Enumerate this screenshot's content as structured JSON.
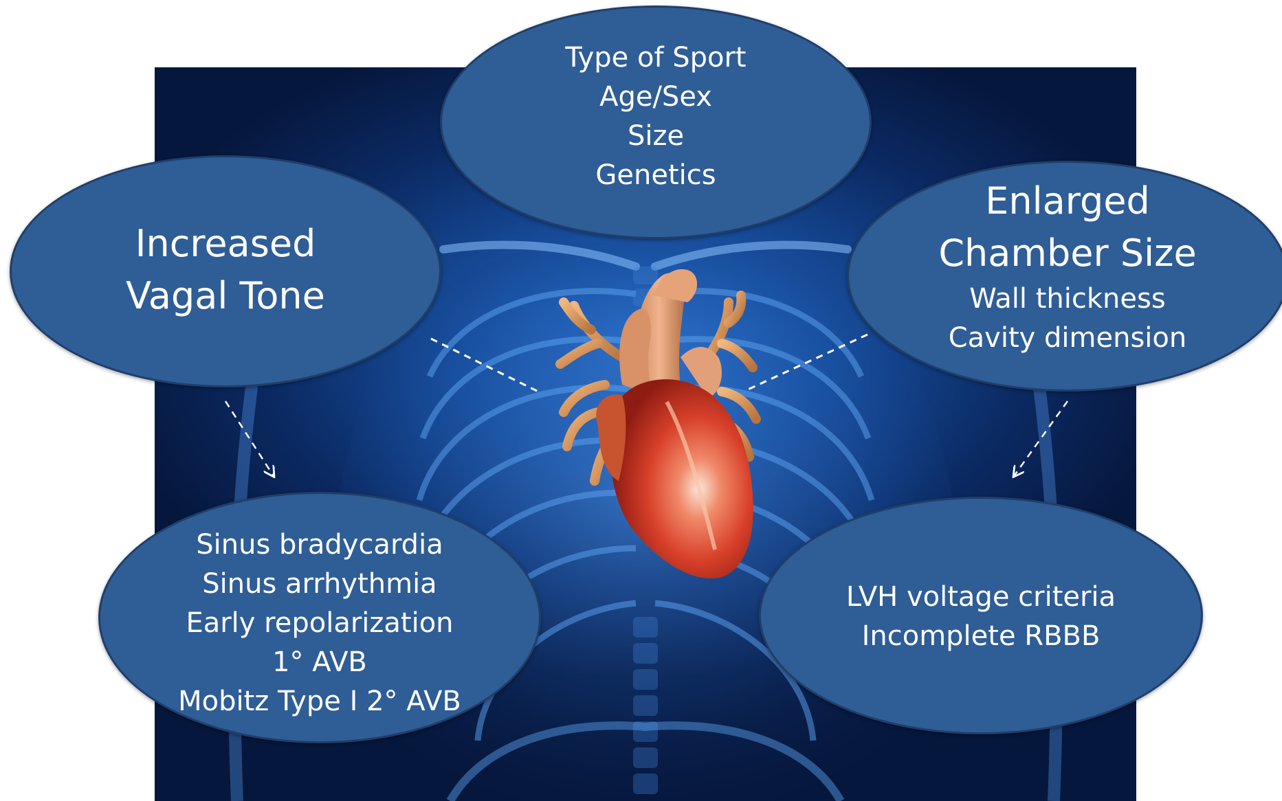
{
  "diagram": {
    "bubbles": {
      "top": [
        "Type of Sport",
        "Age/Sex",
        "Size",
        "Genetics"
      ],
      "left": [
        "Increased",
        "Vagal Tone"
      ],
      "right_heading": [
        "Enlarged",
        "Chamber Size"
      ],
      "right_details": [
        "Wall thickness",
        "Cavity dimension"
      ],
      "bottom_left": [
        "Sinus bradycardia",
        "Sinus arrhythmia",
        "Early repolarization",
        "1° AVB",
        "Mobitz Type I 2° AVB"
      ],
      "bottom_right": [
        "LVH voltage criteria",
        "Incomplete RBBB"
      ]
    },
    "colors": {
      "bubble_fill": "#2f5d96",
      "bubble_border": "#1f3f6a",
      "background_glow": "#2b6fc9",
      "background_dark": "#06173d",
      "heart_red": "#d8402a",
      "vessel_tan": "#d9955a",
      "connector": "#ffffff"
    }
  }
}
